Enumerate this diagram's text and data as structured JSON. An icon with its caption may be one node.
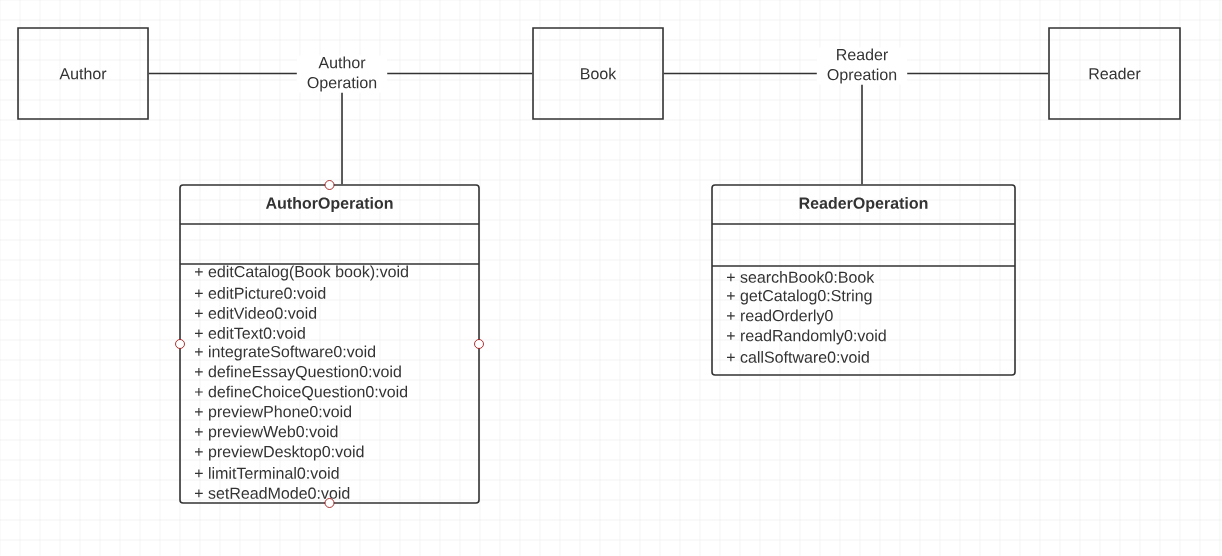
{
  "diagram": {
    "nodes": [
      {
        "text": [
          "Author"
        ]
      },
      {
        "text": [
          "Book"
        ]
      },
      {
        "text": [
          "Reader"
        ]
      },
      {
        "text": [
          "Author Operation"
        ]
      },
      {
        "text": [
          "Reader Opreation"
        ]
      },
      {
        "text": [
          "AuthorOperation",
          "+ editCatalog(Book book):void",
          "+ editPicture0:void",
          "+ editVideo0:void",
          "+ editText0:void",
          "+ integrateSoftware0:void",
          "+ defineEssayQuestion0:void",
          "+ defineChoiceQuestion0:void",
          "+ previewPhone0:void",
          "+ previewWeb0:void",
          "+ previewDesktop0:void",
          "+ limitTerminal0:void",
          "+ setReadMode0:void"
        ]
      },
      {
        "text": [
          "ReaderOperation",
          "+ searchBook0:Book",
          "+ getCatalog0:String",
          "+ readOrderly0",
          "+ readRandomly0:void",
          "+ callSoftware0:void"
        ]
      }
    ],
    "edges": [
      {
        "from": 0,
        "to": 3,
        "arrow": "none"
      },
      {
        "from": 3,
        "to": 1,
        "arrow": "none"
      },
      {
        "from": 3,
        "to": 5,
        "arrow": "none"
      },
      {
        "from": 1,
        "to": 4,
        "arrow": "none"
      },
      {
        "from": 4,
        "to": 2,
        "arrow": "none"
      },
      {
        "from": 4,
        "to": 6,
        "arrow": "none"
      }
    ]
  }
}
